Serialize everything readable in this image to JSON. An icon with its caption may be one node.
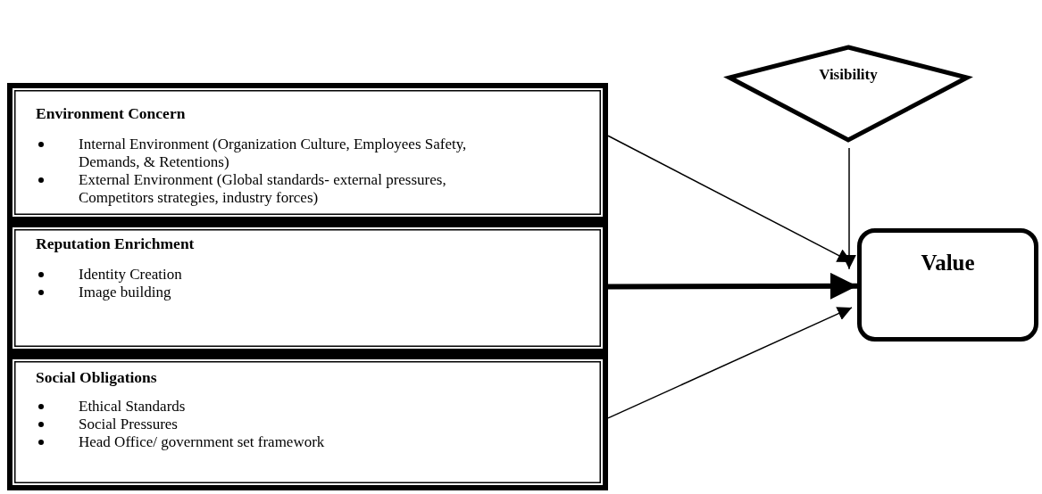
{
  "diagram": {
    "nodes": [
      {
        "text": [
          "Environment Concern",
          "Internal Environment (Organization Culture, Employees Safety, Demands, & Retentions)",
          "External Environment (Global standards- external pressures, Competitors strategies, industry forces)"
        ]
      },
      {
        "text": [
          "Reputation Enrichment",
          "Identity Creation",
          "Image building"
        ]
      },
      {
        "text": [
          "Social Obligations",
          "Ethical Standards",
          "Social Pressures",
          "Head Office/ government  set framework"
        ]
      },
      {
        "text": [
          "Visibility"
        ]
      },
      {
        "text": [
          "Value"
        ]
      }
    ],
    "edges": [
      {
        "from": 0,
        "to": 4,
        "arrow": "to"
      },
      {
        "from": 3,
        "to": 4,
        "arrow": "to"
      },
      {
        "from": 1,
        "to": 4,
        "arrow": "to",
        "style": "thick"
      },
      {
        "from": 2,
        "to": 4,
        "arrow": "to"
      }
    ]
  }
}
